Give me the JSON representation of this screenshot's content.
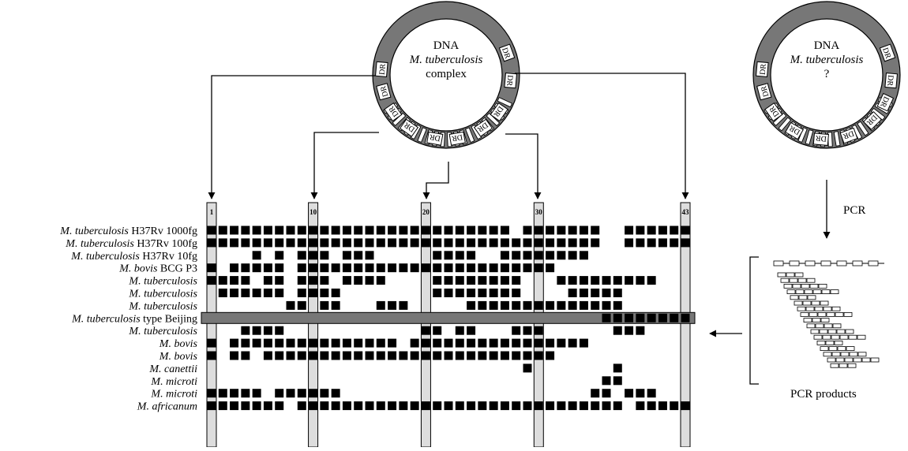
{
  "genome_left": {
    "title": "DNA",
    "species": "M. tuberculosis",
    "suffix": "complex",
    "repeat_label": "DR"
  },
  "genome_right": {
    "title": "DNA",
    "species": "M. tuberculosis",
    "suffix": "?",
    "repeat_label": "DR"
  },
  "spacer_markers": [
    "1",
    "10",
    "20",
    "30",
    "43"
  ],
  "strains": [
    {
      "italic": "M. tuberculosis",
      "rest": " H37Rv 1000fg"
    },
    {
      "italic": "M. tuberculosis",
      "rest": " H37Rv 100fg"
    },
    {
      "italic": "M. tuberculosis",
      "rest": " H37Rv 10fg"
    },
    {
      "italic": "M. bovis",
      "rest": " BCG P3"
    },
    {
      "italic": "M. tuberculosis",
      "rest": ""
    },
    {
      "italic": "M. tuberculosis",
      "rest": ""
    },
    {
      "italic": "M. tuberculosis",
      "rest": ""
    },
    {
      "italic": "M. tuberculosis",
      "rest": " type Beijing"
    },
    {
      "italic": "M. tuberculosis",
      "rest": ""
    },
    {
      "italic": "M. bovis",
      "rest": ""
    },
    {
      "italic": "M. bovis",
      "rest": ""
    },
    {
      "italic": "M. canettii",
      "rest": ""
    },
    {
      "italic": "M. microti",
      "rest": ""
    },
    {
      "italic": "M. microti",
      "rest": ""
    },
    {
      "italic": "M. africanum",
      "rest": ""
    }
  ],
  "highlighted_row": 7,
  "spacer_count": 43,
  "hybridization_patterns": [
    "1111111111111111111111111110111111100111111111",
    "1111111111111111111111111111111111100111111111",
    "0000101011101110000011110011111111",
    "1011111011111111111111111111111000",
    "1111011011101111000011111111000111111111",
    "0111111011110000000011111111000011111",
    "0000000110110001110000011111111111111",
    "0000000000000000000000000000000000011111111",
    "0001111000000000000110110001110000001110",
    "1011111111111111101111111111111111",
    "1011011111111111111111111111111",
    "0000000000000000000000000000100000001",
    "0000000000000000000000000000000000011",
    "1111101111110000000000000000000000110111",
    "1111111011111111111111111111111111111011111"
  ],
  "pcr": {
    "label": "PCR",
    "products_label": "PCR products"
  }
}
